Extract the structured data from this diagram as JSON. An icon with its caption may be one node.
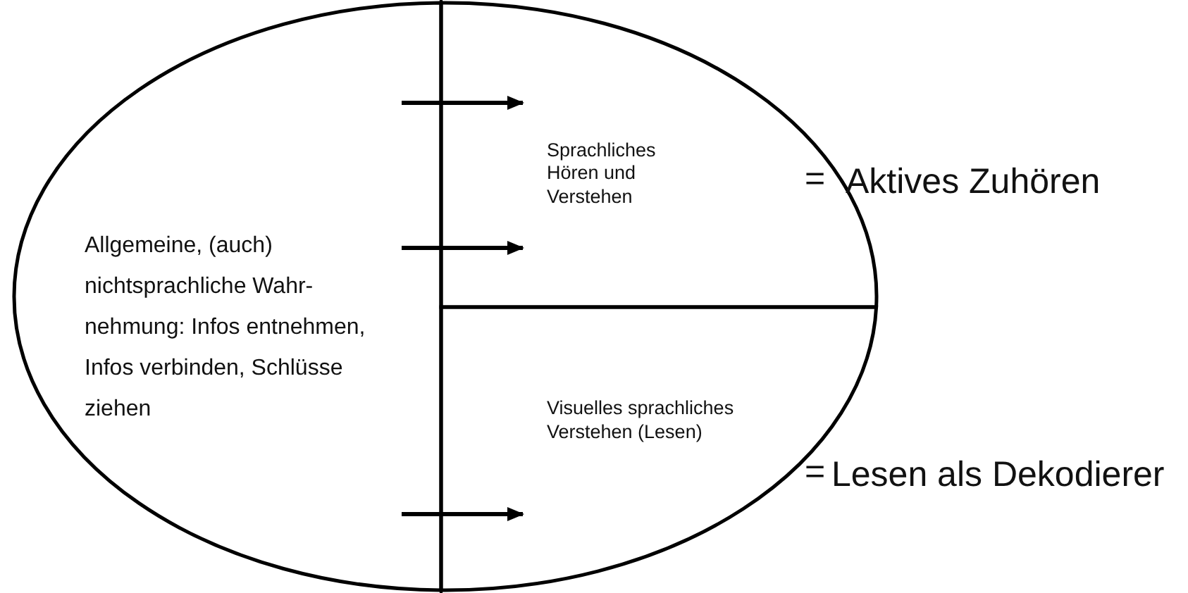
{
  "diagram": {
    "nodes": [
      {
        "text": [
          "Allgemeine, (auch) nichtsprachliche Wahr- nehmung: Infos entnehmen, Infos verbinden, Schlüsse ziehen"
        ]
      },
      {
        "text": [
          "Sprachliches Hören und Verstehen"
        ]
      },
      {
        "text": [
          "Visuelles sprachliches Verstehen (Lesen)"
        ]
      }
    ],
    "labels": [
      "=",
      "Aktives Zuhören",
      "=",
      "Lesen als Dekodierer"
    ],
    "edges": [
      {
        "from": 0,
        "to": 1,
        "arrow": "to"
      },
      {
        "from": 0,
        "to": 1,
        "arrow": "to"
      },
      {
        "from": 0,
        "to": 2,
        "arrow": "to"
      }
    ]
  }
}
